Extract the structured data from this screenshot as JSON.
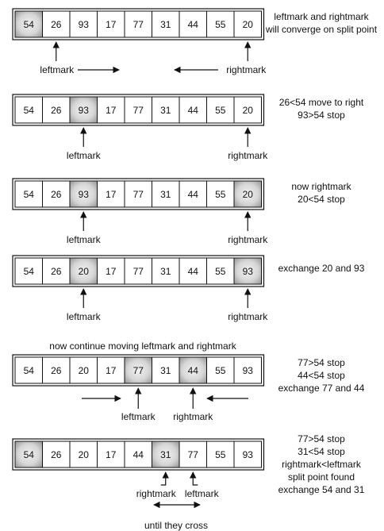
{
  "diagram_title": "",
  "hint": "now continue moving leftmark and rightmark",
  "footer": "until they cross",
  "steps": [
    {
      "values": [
        "54",
        "26",
        "93",
        "17",
        "77",
        "31",
        "44",
        "55",
        "20"
      ],
      "shaded": [
        0
      ],
      "note": [
        "leftmark and rightmark",
        "will converge on split point"
      ],
      "left_label": "leftmark",
      "right_label": "rightmark",
      "left_index": 1,
      "right_index": 8
    },
    {
      "values": [
        "54",
        "26",
        "93",
        "17",
        "77",
        "31",
        "44",
        "55",
        "20"
      ],
      "shaded": [
        2
      ],
      "note": [
        "26<54 move to right",
        "93>54 stop"
      ],
      "left_label": "leftmark",
      "right_label": "rightmark",
      "left_index": 2,
      "right_index": 8
    },
    {
      "values": [
        "54",
        "26",
        "93",
        "17",
        "77",
        "31",
        "44",
        "55",
        "20"
      ],
      "shaded": [
        2,
        8
      ],
      "note": [
        "now rightmark",
        "20<54 stop"
      ],
      "left_label": "leftmark",
      "right_label": "rightmark",
      "left_index": 2,
      "right_index": 8
    },
    {
      "values": [
        "54",
        "26",
        "20",
        "17",
        "77",
        "31",
        "44",
        "55",
        "93"
      ],
      "shaded": [
        2,
        8
      ],
      "note": [
        "exchange 20 and 93"
      ],
      "left_label": "leftmark",
      "right_label": "rightmark",
      "left_index": 2,
      "right_index": 8
    },
    {
      "values": [
        "54",
        "26",
        "20",
        "17",
        "77",
        "31",
        "44",
        "55",
        "93"
      ],
      "shaded": [
        4,
        6
      ],
      "note": [
        "77>54 stop",
        "44<54 stop",
        "exchange 77 and 44"
      ],
      "left_label": "leftmark",
      "right_label": "rightmark",
      "left_index": 4,
      "right_index": 6
    },
    {
      "values": [
        "54",
        "26",
        "20",
        "17",
        "44",
        "31",
        "77",
        "55",
        "93"
      ],
      "shaded": [
        0,
        5
      ],
      "note": [
        "77>54 stop",
        "31<54 stop",
        "rightmark<leftmark",
        "split point found",
        "exchange 54 and 31"
      ],
      "left_label": "leftmark",
      "right_label": "rightmark",
      "left_index": 6,
      "right_index": 5
    }
  ]
}
